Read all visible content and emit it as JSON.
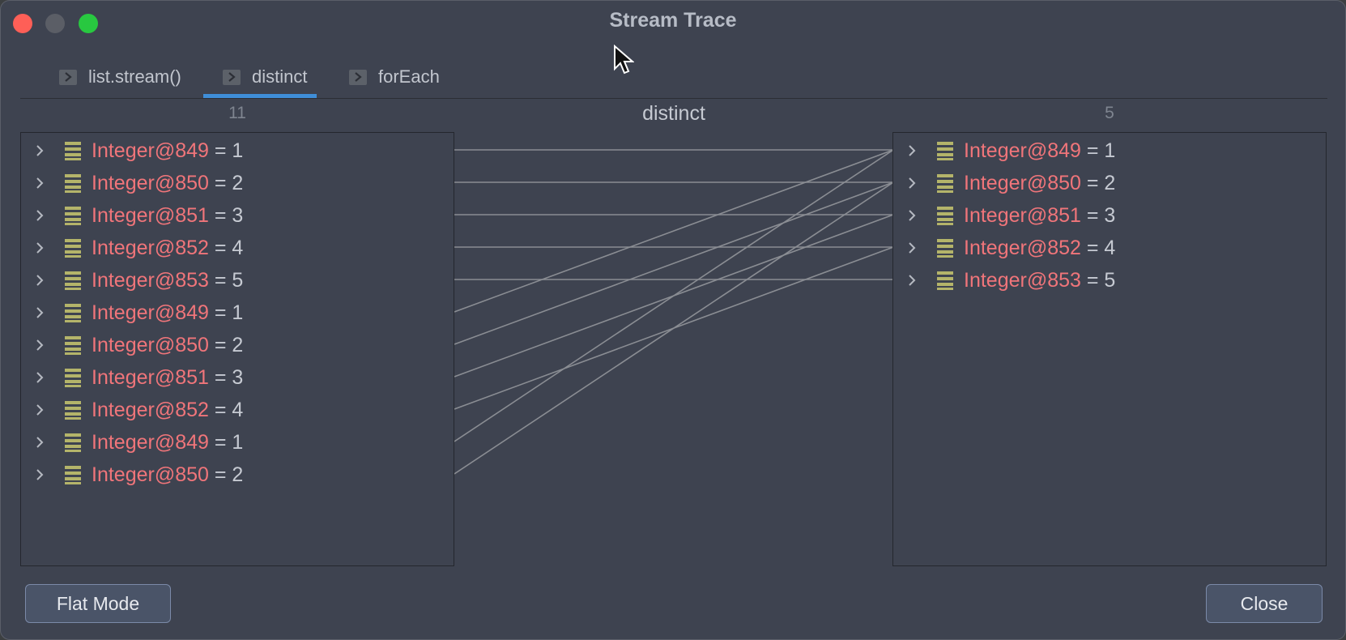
{
  "window": {
    "title": "Stream Trace"
  },
  "tabs": [
    {
      "label": "list.stream()",
      "active": false
    },
    {
      "label": "distinct",
      "active": true
    },
    {
      "label": "forEach",
      "active": false
    }
  ],
  "operation": "distinct",
  "left": {
    "count": "11",
    "items": [
      {
        "name": "Integer@849",
        "value": "= 1"
      },
      {
        "name": "Integer@850",
        "value": "= 2"
      },
      {
        "name": "Integer@851",
        "value": "= 3"
      },
      {
        "name": "Integer@852",
        "value": "= 4"
      },
      {
        "name": "Integer@853",
        "value": "= 5"
      },
      {
        "name": "Integer@849",
        "value": "= 1"
      },
      {
        "name": "Integer@850",
        "value": "= 2"
      },
      {
        "name": "Integer@851",
        "value": "= 3"
      },
      {
        "name": "Integer@852",
        "value": "= 4"
      },
      {
        "name": "Integer@849",
        "value": "= 1"
      },
      {
        "name": "Integer@850",
        "value": "= 2"
      }
    ]
  },
  "right": {
    "count": "5",
    "items": [
      {
        "name": "Integer@849",
        "value": "= 1"
      },
      {
        "name": "Integer@850",
        "value": "= 2"
      },
      {
        "name": "Integer@851",
        "value": "= 3"
      },
      {
        "name": "Integer@852",
        "value": "= 4"
      },
      {
        "name": "Integer@853",
        "value": "= 5"
      }
    ]
  },
  "links": [
    [
      0,
      0
    ],
    [
      1,
      1
    ],
    [
      2,
      2
    ],
    [
      3,
      3
    ],
    [
      4,
      4
    ],
    [
      5,
      0
    ],
    [
      6,
      1
    ],
    [
      7,
      2
    ],
    [
      8,
      3
    ],
    [
      9,
      0
    ],
    [
      10,
      1
    ]
  ],
  "buttons": {
    "flat_mode": "Flat Mode",
    "close": "Close"
  },
  "colors": {
    "background": "#3e4350",
    "item_name": "#f0757a",
    "item_value": "#c6cad2",
    "list_icon": "#b4b46a",
    "tab_underline": "#3f8ed8",
    "link_line": "#8a8d93"
  },
  "icons": {
    "tab": "play-frame-icon",
    "row_expand": "chevron-right-icon",
    "row_type": "list-icon"
  }
}
